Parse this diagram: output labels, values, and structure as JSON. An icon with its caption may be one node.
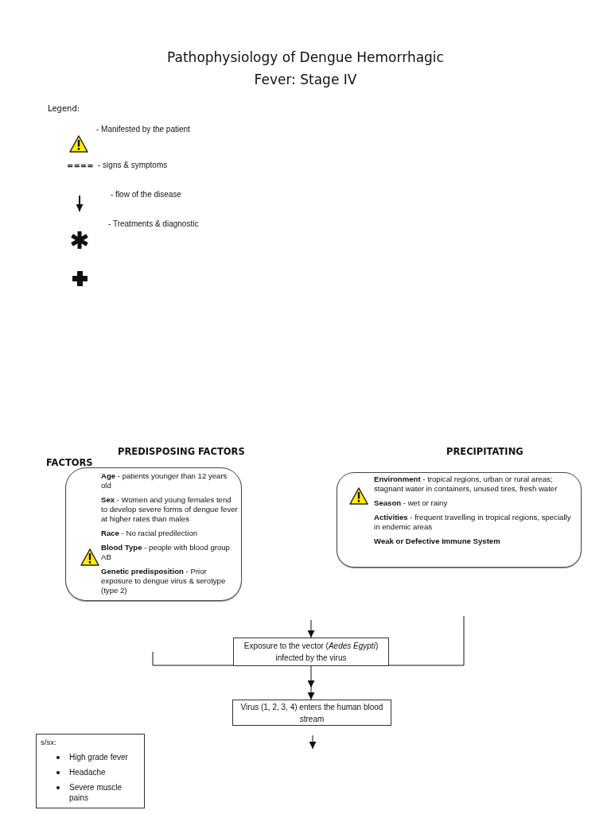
{
  "diagram": {
    "title": "Pathophysiology of Dengue Hemorrhagic Fever: Stage IV",
    "nodes": [
      {
        "text": [
          "**Age** - patients younger than 12 years old",
          "**Sex** - Women and young females tend to develop severe forms of dengue fever at higher rates than males",
          "**Race** - No racial predilection",
          "**Blood Type** - people with blood group AB",
          "**Genetic predisposition** - Prior exposure to dengue virus & serotype (type 2)"
        ]
      },
      {
        "text": [
          "**Environment** - tropical regions, urban or rural areas; stagnant water in containers, unused tires, fresh water",
          "**Season** - wet or rainy",
          "**Activities** - frequent travelling in tropical regions, specially in endemic areas",
          "Weak or Defective Immune System"
        ]
      },
      {
        "text": [
          "Exposure to the vector (*Aedes Egypti*) infected by the virus"
        ]
      },
      {
        "text": [
          "Virus (1, 2, 3, 4) enters the human blood stream"
        ]
      },
      {
        "text": [
          "s/sx:",
          "High grade fever",
          "Headache",
          "Severe muscle pains"
        ]
      }
    ],
    "edges": [
      {
        "from": null,
        "to": 2,
        "arrow": "to"
      },
      {
        "from": null,
        "to": 2,
        "arrow": "none"
      },
      {
        "from": null,
        "to": 2,
        "arrow": "none"
      },
      {
        "from": 2,
        "to": 3,
        "arrow": "to"
      },
      {
        "from": 3,
        "to": null,
        "arrow": "to"
      }
    ],
    "labels": [
      "Legend:",
      "====",
      "PREDISPOSING FACTORS",
      "PRECIPITATING",
      "FACTORS"
    ],
    "legend": [
      {
        "text": "- Manifested by the patient"
      },
      {
        "text": "- signs & symptoms"
      },
      {
        "text": "- flow of the disease"
      },
      {
        "text": "- Treatments & diagnostic"
      }
    ]
  }
}
